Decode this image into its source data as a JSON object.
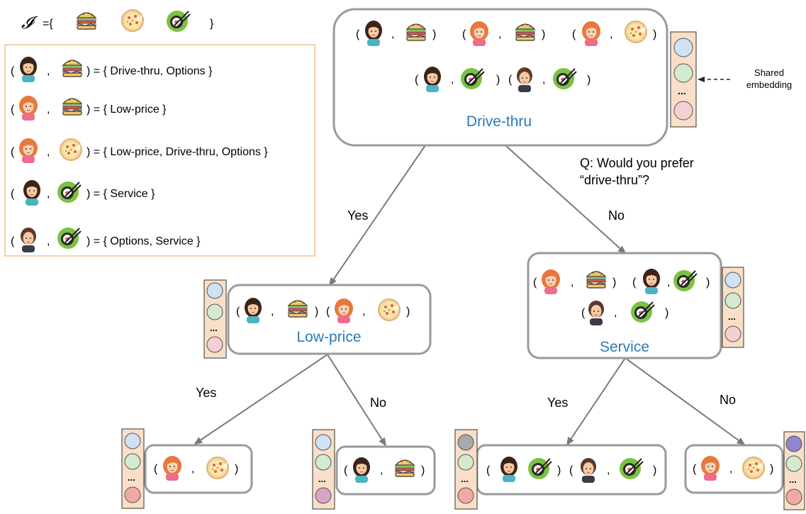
{
  "item_set": {
    "symbol": "𝓘",
    "open": "={",
    "close": "}",
    "items": [
      "burger",
      "pizza",
      "sushi"
    ]
  },
  "legend": [
    {
      "user": "user-a",
      "item": "burger",
      "rhs": ") = { Drive-thru, Options }"
    },
    {
      "user": "user-b",
      "item": "burger",
      "rhs": ") = { Low-price }"
    },
    {
      "user": "user-b",
      "item": "pizza",
      "rhs": ") = { Low-price, Drive-thru, Options }"
    },
    {
      "user": "user-a",
      "item": "sushi",
      "rhs": ") = { Service }"
    },
    {
      "user": "user-c",
      "item": "sushi",
      "rhs": ") = { Options, Service }"
    }
  ],
  "root": {
    "label": "Drive-thru",
    "question": "Q: Would you prefer",
    "question2": "“drive-thru”?"
  },
  "shared_embedding_label_1": "Shared",
  "shared_embedding_label_2": "embedding",
  "branches": {
    "yes": "Yes",
    "no": "No"
  },
  "node_low_price": {
    "label": "Low-price"
  },
  "node_service": {
    "label": "Service"
  },
  "punct": {
    "open": "(",
    "close": ")",
    "comma": ","
  },
  "colors": {
    "node_label": "#2a7ab8",
    "node_border": "#9a9a9a",
    "legend_border": "#f3c08e",
    "vector_bg": "#f9dfc7",
    "circle_blue": "#cfe1f3",
    "circle_green": "#d3ead1",
    "circle_pink": "#f6cfd3",
    "circle_gray": "#a9a9a9",
    "circle_purple": "#8f86cf",
    "circle_red": "#f0a8a7",
    "circle_mauve": "#d6a6c6"
  }
}
